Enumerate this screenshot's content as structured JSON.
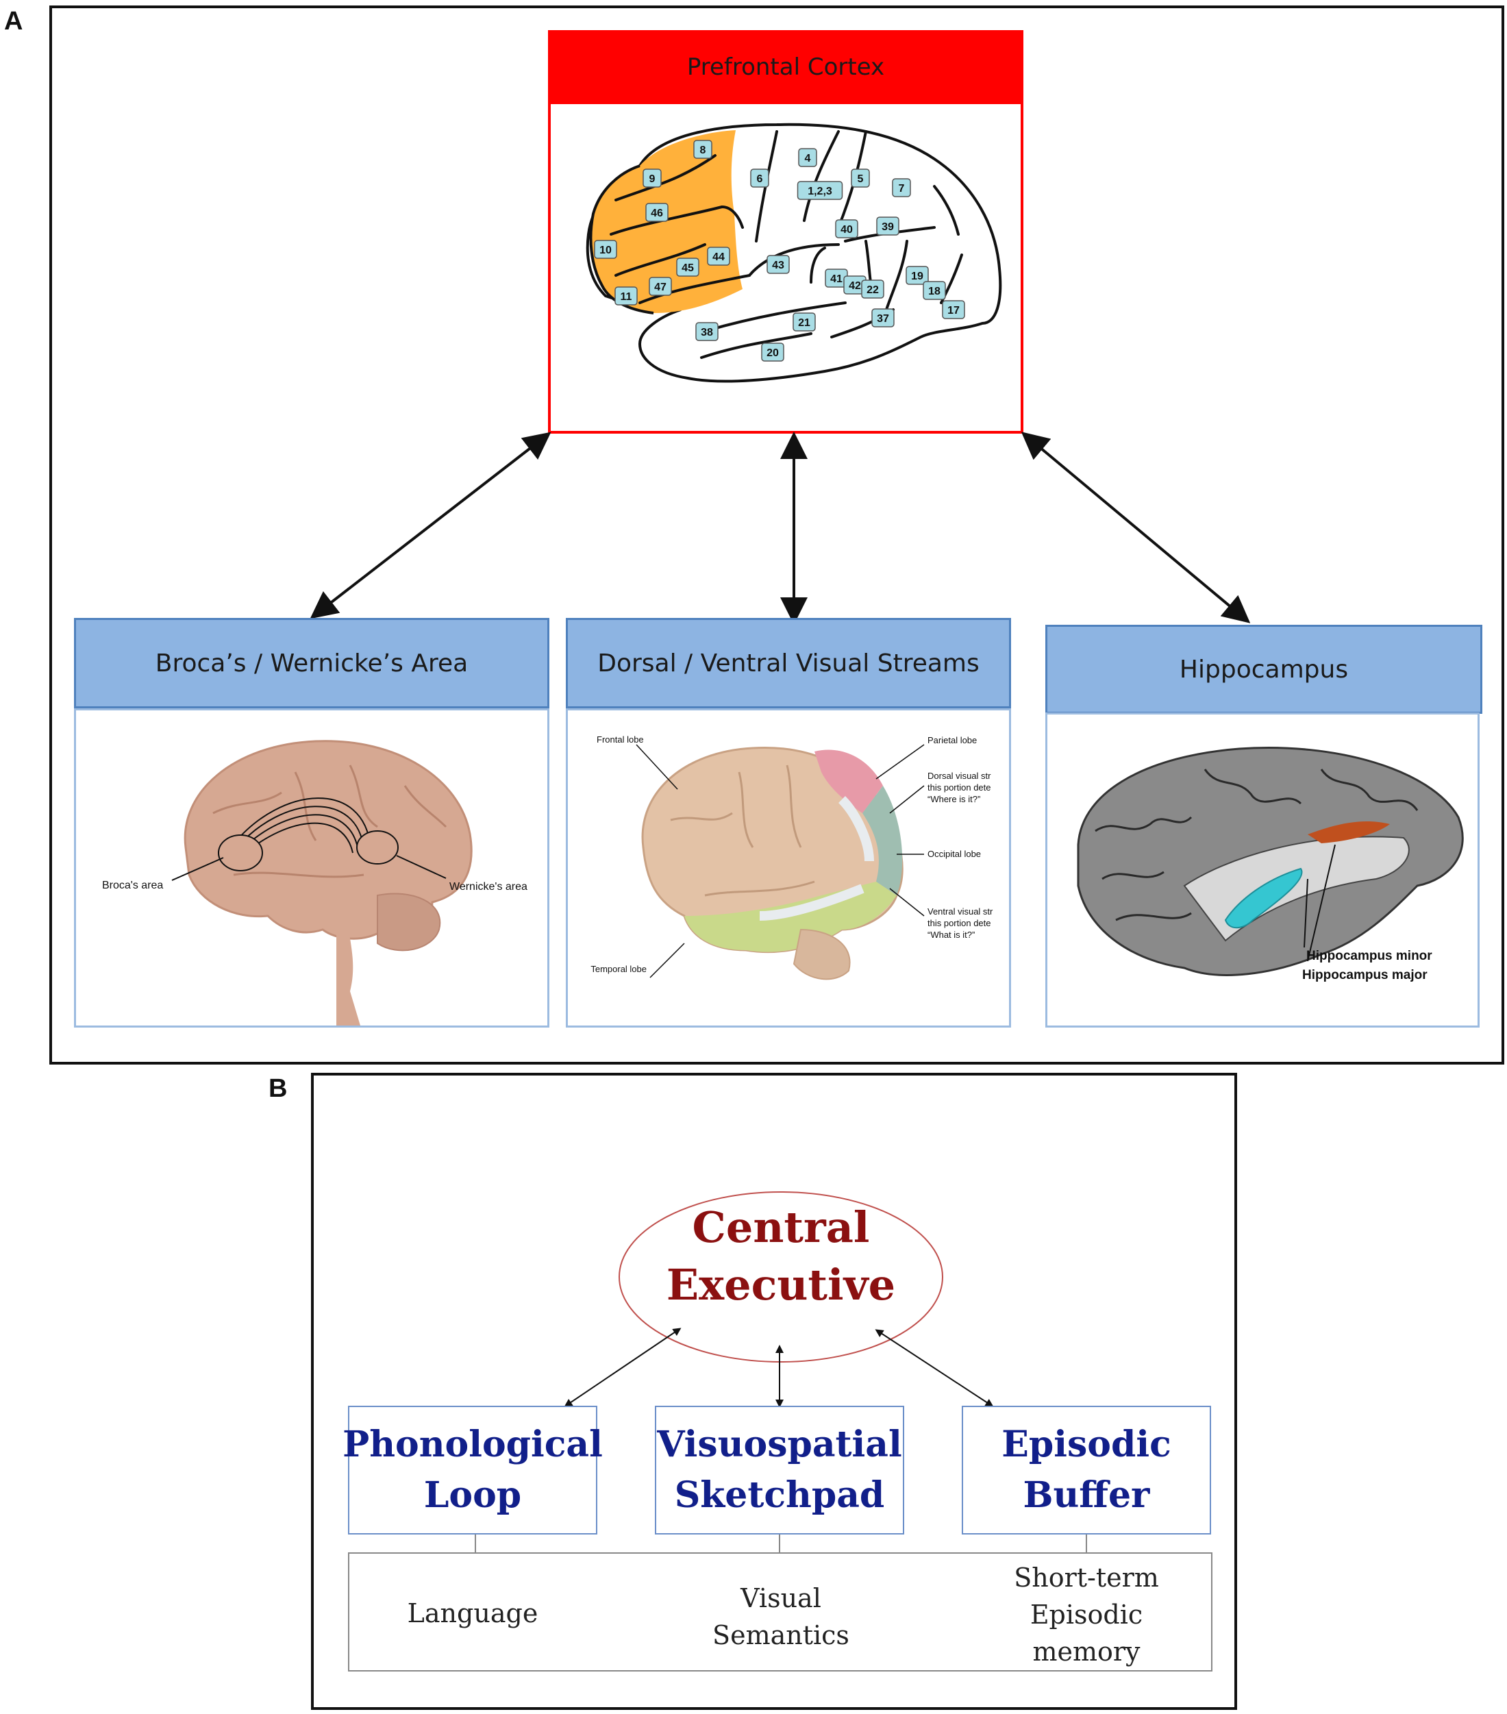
{
  "panel_a": {
    "letter": "A",
    "prefrontal": {
      "title": "Prefrontal Cortex",
      "areas": [
        "8",
        "4",
        "9",
        "6",
        "5",
        "1,2,3",
        "7",
        "46",
        "10",
        "44",
        "40",
        "39",
        "45",
        "43",
        "47",
        "11",
        "41",
        "42",
        "22",
        "19",
        "18",
        "17",
        "37",
        "21",
        "38",
        "20"
      ]
    },
    "boxes": [
      {
        "title": "Broca’s / Wernicke’s Area",
        "labels": [
          "Broca's area",
          "Wernicke's area"
        ]
      },
      {
        "title": "Dorsal / Ventral Visual Streams",
        "labels": [
          "Frontal lobe",
          "Parietal lobe",
          "Dorsal visual str",
          "this portion dete",
          "“Where is it?”",
          "Occipital lobe",
          "Ventral visual str",
          "this portion dete",
          "“What is it?”",
          "Temporal lobe"
        ]
      },
      {
        "title": "Hippocampus",
        "labels": [
          "Hippocampus minor",
          "Hippocampus major"
        ]
      }
    ]
  },
  "panel_b": {
    "letter": "B",
    "central": {
      "line1": "Central",
      "line2": "Executive"
    },
    "components": [
      {
        "line1": "Phonological",
        "line2": "Loop"
      },
      {
        "line1": "Visuospatial",
        "line2": "Sketchpad"
      },
      {
        "line1": "Episodic",
        "line2": "Buffer"
      }
    ],
    "functions": [
      {
        "lines": [
          "Language"
        ]
      },
      {
        "lines": [
          "Visual",
          "Semantics"
        ]
      },
      {
        "lines": [
          "Short-term",
          "Episodic",
          "memory"
        ]
      }
    ]
  }
}
